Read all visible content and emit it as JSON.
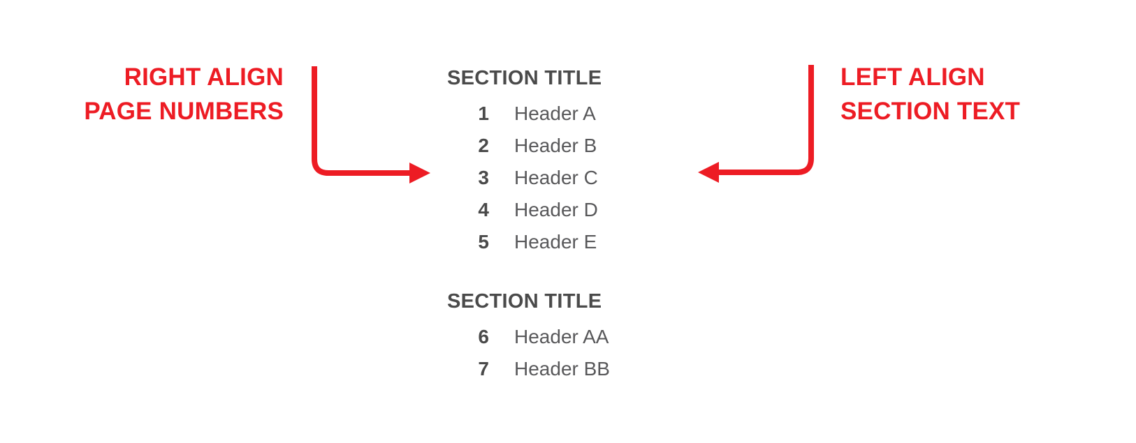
{
  "colors": {
    "accent_red": "#ed1c24",
    "title_gray": "#4a4a4a",
    "body_gray": "#58585a",
    "background": "#ffffff"
  },
  "annotations": {
    "left": {
      "text": "RIGHT ALIGN\nPAGE NUMBERS",
      "align": "right"
    },
    "right": {
      "text": "LEFT ALIGN\nSECTION TEXT",
      "align": "left"
    }
  },
  "toc": {
    "sections": [
      {
        "title": "SECTION TITLE",
        "entries": [
          {
            "number": "1",
            "label": "Header A"
          },
          {
            "number": "2",
            "label": "Header B"
          },
          {
            "number": "3",
            "label": "Header C"
          },
          {
            "number": "4",
            "label": "Header D"
          },
          {
            "number": "5",
            "label": "Header E"
          }
        ]
      },
      {
        "title": "SECTION TITLE",
        "entries": [
          {
            "number": "6",
            "label": "Header AA"
          },
          {
            "number": "7",
            "label": "Header BB"
          }
        ]
      }
    ]
  }
}
